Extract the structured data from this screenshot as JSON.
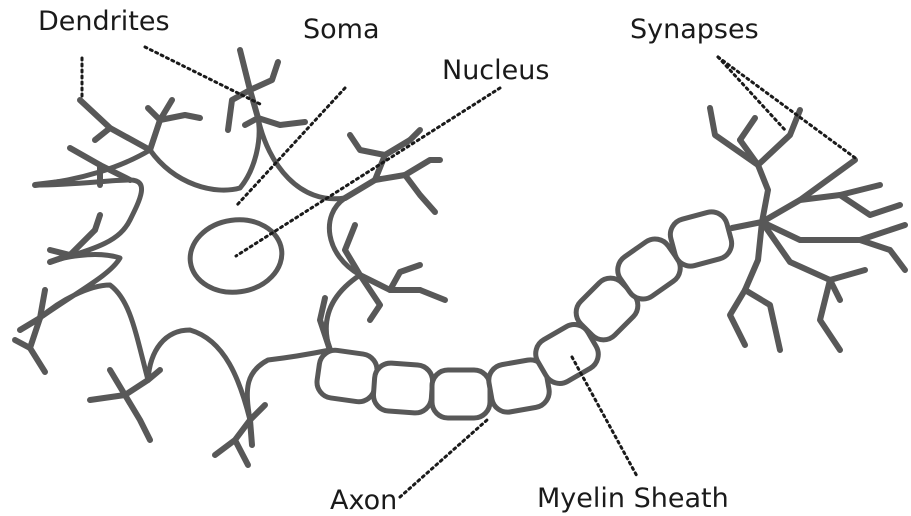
{
  "labels": {
    "dendrites": "Dendrites",
    "soma": "Soma",
    "nucleus": "Nucleus",
    "synapses": "Synapses",
    "axon": "Axon",
    "myelin_sheath": "Myelin Sheath"
  },
  "colors": {
    "outline": "#585858",
    "text": "#1a1a1a",
    "background": "#ffffff"
  }
}
